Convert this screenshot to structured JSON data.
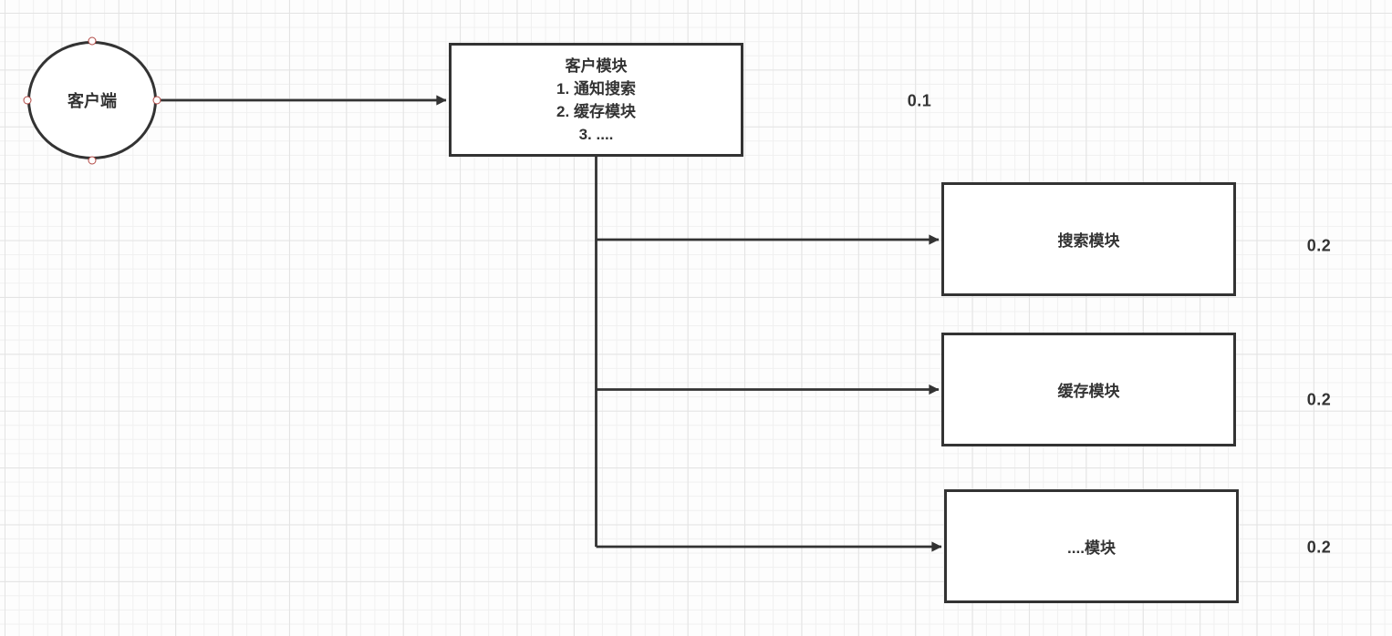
{
  "canvas": {
    "background": "#fdfdfd",
    "grid_minor_color": "#f0f0f0",
    "grid_major_color": "#e3e3e3"
  },
  "colors": {
    "stroke": "#333333",
    "text": "#333333",
    "shape_fill": "#ffffff",
    "connection_point": "#b04642"
  },
  "nodes": {
    "client": {
      "label": "客户端",
      "shape": "ellipse"
    },
    "client_module": {
      "shape": "rectangle",
      "lines": [
        "客户模块",
        "1. 通知搜索",
        "2. 缓存模块",
        "3. ...."
      ]
    },
    "search_module": {
      "label": "搜索模块",
      "shape": "rectangle"
    },
    "cache_module": {
      "label": "缓存模块",
      "shape": "rectangle"
    },
    "other_module": {
      "label": "....模块",
      "shape": "rectangle"
    }
  },
  "annotations": [
    {
      "id": "weight-client-module",
      "text": "0.1"
    },
    {
      "id": "weight-search-module",
      "text": "0.2"
    },
    {
      "id": "weight-cache-module",
      "text": "0.2"
    },
    {
      "id": "weight-other-module",
      "text": "0.2"
    }
  ],
  "edges": [
    {
      "id": "client-to-client-module",
      "from": "client",
      "to": "client_module",
      "arrow": "end"
    },
    {
      "id": "client-module-to-search-module",
      "from": "client_module",
      "to": "search_module",
      "arrow": "end"
    },
    {
      "id": "client-module-to-cache-module",
      "from": "client_module",
      "to": "cache_module",
      "arrow": "end"
    },
    {
      "id": "client-module-to-other-module",
      "from": "client_module",
      "to": "other_module",
      "arrow": "end"
    }
  ]
}
